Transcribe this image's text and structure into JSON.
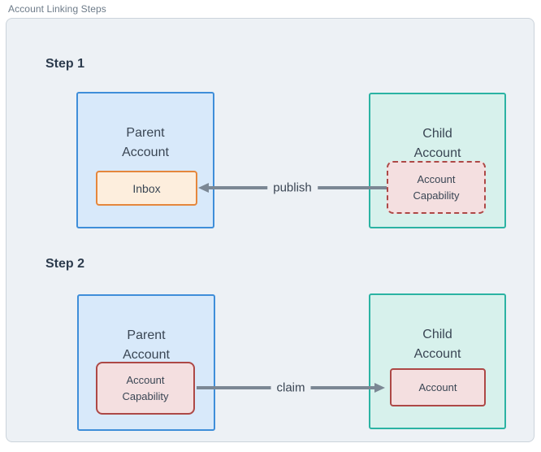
{
  "diagram": {
    "title": "Account Linking Steps",
    "steps": [
      {
        "label": "Step 1",
        "parent": {
          "title": "Parent\nAccount",
          "inner": "Inbox"
        },
        "child": {
          "title": "Child\nAccount",
          "inner": "Account\nCapability"
        },
        "arrow": {
          "label": "publish",
          "direction": "right-to-left"
        }
      },
      {
        "label": "Step 2",
        "parent": {
          "title": "Parent\nAccount",
          "inner": "Account\nCapability"
        },
        "child": {
          "title": "Child\nAccount",
          "inner": "Account"
        },
        "arrow": {
          "label": "claim",
          "direction": "left-to-right"
        }
      }
    ],
    "colors": {
      "canvas_fill": "#edf1f5",
      "canvas_border": "#cbd3db",
      "title_color": "#6d7b89",
      "parent_fill": "#d8e9fa",
      "parent_border": "#3f8ed9",
      "child_fill": "#d7f1ec",
      "child_border": "#2bb3a3",
      "inbox_fill": "#fdeedd",
      "inbox_border": "#e5873c",
      "capability_fill": "#f4dfe0",
      "capability_border": "#ad4846",
      "arrow_color": "#7b8794"
    }
  }
}
